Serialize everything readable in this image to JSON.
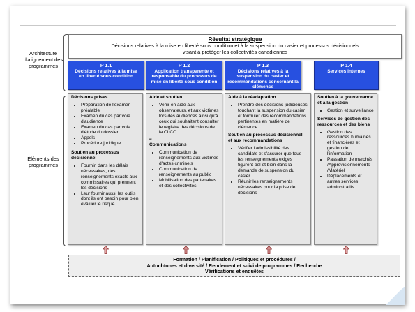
{
  "side_labels": {
    "architecture": "Architecture d'alignement des programmes",
    "elements": "Éléments des programmes"
  },
  "strategic": {
    "title": "Résultat stratégique",
    "text": "Décisions relatives à la mise en liberté sous condition et à la suspension du casier et processus décisionnels visant à protéger les collectivités canadiennes"
  },
  "programs": [
    {
      "num": "P 1.1",
      "label": "Décisions relatives à la mise en liberté sous condition"
    },
    {
      "num": "P 1.2",
      "label": "Application transparente et responsable du processus de mise en liberté sous condition"
    },
    {
      "num": "P 1.3",
      "label": "Décisions relatives à la suspension du casier et recommandations concernant la clémence"
    },
    {
      "num": "P 1.4",
      "label": "Services internes"
    }
  ],
  "columns": {
    "c1": {
      "head": "Décisions prises",
      "items1": [
        "Préparation de l'examen préalable",
        "Examen du cas par voie d'audience",
        "Examen du cas par voie d'étude du dossier",
        "Appels",
        "Procédure juridique"
      ],
      "sub": "Soutien au processus décisionnel",
      "items2": [
        "Fournir, dans les délais nécessaires, des renseignements exacts aux commissaires qui prennent les décisions",
        "Leur fournir aussi les outils dont ils ont besoin pour bien évaluer le risque"
      ]
    },
    "c2": {
      "head": "Aide et soutien",
      "items1": [
        "Venir en aide aux observateurs, et aux victimes lors des audiences ainsi qu'à ceux qui souhaitent consulter le registre des décisions de la CLCC"
      ],
      "mid_a": "a",
      "mid_b": "Communications",
      "items2": [
        "Communication de renseignements aux victimes d'actes criminels",
        "Communication de renseignements au public",
        "Mobilisation des  partenaires et des collectivités"
      ]
    },
    "c3": {
      "head": "Aide à la réadaptation",
      "items1": [
        "Prendre des décisions judicieuses touchant la suspension du casier et formuler des recommandations pertinentes en matière de clémence"
      ],
      "sub": "Soutien au processus décisionnel et aux recommandations",
      "items2": [
        "Vérifier l'admissibilité des candidats et s'assurer que tous les renseignements exigés figurent bel et bien dans la demande de suspension du casier",
        "Réunir les renseignements nécessaires pour la prise de décisions"
      ]
    },
    "c4": {
      "head": "Soutien à la gouvernance et à la gestion",
      "items1": [
        "Gestion et surveillance"
      ],
      "sub": "Services de gestion des ressources et des biens",
      "items2": [
        "Gestion des ressources humaines et financières et gestion de l'information",
        "Passation de marchés /Approvisionnements /Matériel",
        "Déplacements et autres services administratifs"
      ]
    }
  },
  "base": {
    "line1": "Formation / Planification / Politiques et procédures /",
    "line2": "Autochtones et diversité / Rendement et suivi de programmes / Recherche",
    "line3": "Vérifications et enquêtes"
  },
  "colors": {
    "program_blue": "#2750e0",
    "arrow_fill": "#e3a5a5",
    "arrow_stroke": "#8a2b2b"
  }
}
